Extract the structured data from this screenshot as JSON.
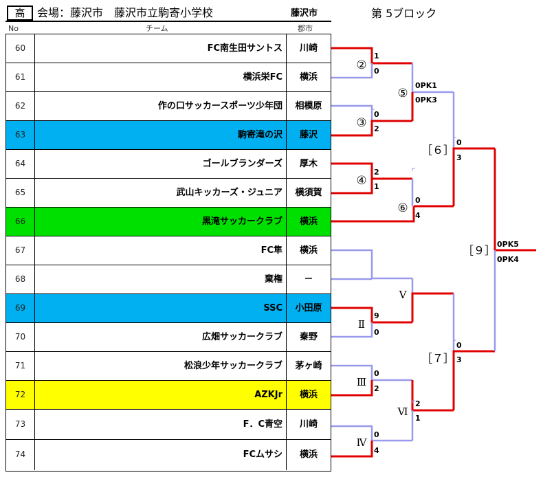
{
  "header": {
    "division": "高",
    "venue": "会場：藤沢市　藤沢市立駒寄小学校",
    "host_city": "藤沢市",
    "block": "第 5ブロック"
  },
  "columns": {
    "no": "No",
    "team": "チーム",
    "city": "郡市"
  },
  "colors": {
    "blue": "#00b0f0",
    "green": "#00e000",
    "yellow": "#ffff00",
    "win": "#e00000",
    "lose": "#9999ee"
  },
  "teams": [
    {
      "no": "60",
      "name": "FC南生田サントス",
      "city": "川崎",
      "color": ""
    },
    {
      "no": "61",
      "name": "横浜栄FC",
      "city": "横浜",
      "color": ""
    },
    {
      "no": "62",
      "name": "作の口サッカースポーツ少年団",
      "city": "相模原",
      "color": ""
    },
    {
      "no": "63",
      "name": "駒寄滝の沢",
      "city": "藤沢",
      "color": "#00b0f0"
    },
    {
      "no": "64",
      "name": "ゴールブランダーズ",
      "city": "厚木",
      "color": ""
    },
    {
      "no": "65",
      "name": "武山キッカーズ・ジュニア",
      "city": "横須賀",
      "color": ""
    },
    {
      "no": "66",
      "name": "黒滝サッカークラブ",
      "city": "横浜",
      "color": "#00e000"
    },
    {
      "no": "67",
      "name": "FC隼",
      "city": "横浜",
      "color": ""
    },
    {
      "no": "68",
      "name": "棄権",
      "city": "－",
      "color": ""
    },
    {
      "no": "69",
      "name": "SSC",
      "city": "小田原",
      "color": "#00b0f0"
    },
    {
      "no": "70",
      "name": "広畑サッカークラブ",
      "city": "秦野",
      "color": ""
    },
    {
      "no": "71",
      "name": "松浪少年サッカークラブ",
      "city": "茅ヶ崎",
      "color": ""
    },
    {
      "no": "72",
      "name": "AZKJr",
      "city": "横浜",
      "color": "#ffff00"
    },
    {
      "no": "73",
      "name": "F．C青空",
      "city": "川崎",
      "color": ""
    },
    {
      "no": "74",
      "name": "FCムサシ",
      "city": "横浜",
      "color": ""
    }
  ],
  "matches": [
    {
      "label": "②",
      "score_top": "1",
      "score_bottom": "0"
    },
    {
      "label": "③",
      "score_top": "0",
      "score_bottom": "2"
    },
    {
      "label": "④",
      "score_top": "2",
      "score_bottom": "1"
    },
    {
      "label": "Ⅱ",
      "score_top": "9",
      "score_bottom": "0"
    },
    {
      "label": "Ⅲ",
      "score_top": "0",
      "score_bottom": "2"
    },
    {
      "label": "Ⅳ",
      "score_top": "0",
      "score_bottom": "4"
    },
    {
      "label": "⑤",
      "score_top": "0PK1",
      "score_bottom": "0PK3"
    },
    {
      "label": "⑥",
      "score_top": "0",
      "score_bottom": "4"
    },
    {
      "label": "Ⅴ",
      "score_top": "",
      "score_bottom": ""
    },
    {
      "label": "Ⅵ",
      "score_top": "2",
      "score_bottom": "1"
    },
    {
      "label": "［６］",
      "score_top": "0",
      "score_bottom": "3"
    },
    {
      "label": "［７］",
      "score_top": "0",
      "score_bottom": "3"
    },
    {
      "label": "［９］",
      "score_top": "0PK5",
      "score_bottom": "0PK4"
    }
  ]
}
